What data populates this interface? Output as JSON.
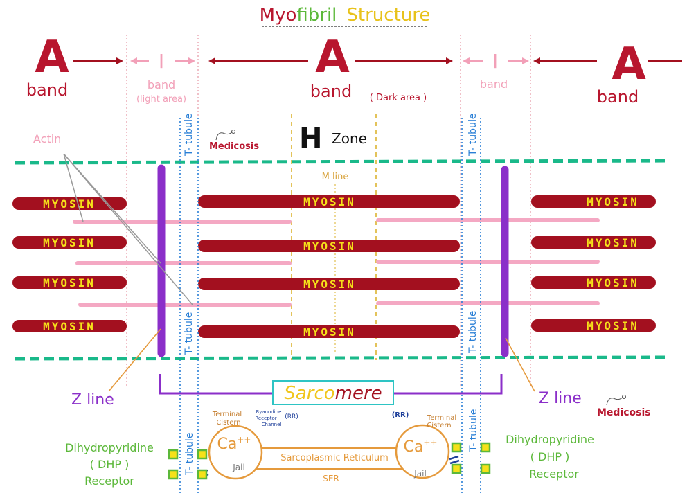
{
  "title": {
    "part1": "Myo",
    "part2": "fibril",
    "part3": "Structure"
  },
  "bands": {
    "a_letter": "A",
    "a_word": "band",
    "a_dark_note": "( Dark area )",
    "i_letter": "I",
    "i_word": "band",
    "i_light_note": "(light area)"
  },
  "h_zone": {
    "letter": "H",
    "word": "Zone"
  },
  "m_line": "M line",
  "actin_label": "Actin",
  "myosin_label": "MYOSIN",
  "t_tubule_label": "T- tubule",
  "z_line_label": "Z line",
  "sarcomere_label": {
    "part1": "Sarco",
    "part2": "mere"
  },
  "brand": "Medicosis",
  "terminal_cistern": {
    "line1": "Terminal",
    "line2": "Cistern"
  },
  "ryanodine": {
    "line1": "Ryanodine",
    "line2": "Receptor",
    "tag": "(RR)",
    "line3": "Channel"
  },
  "rr_tag": "(RR)",
  "calcium": {
    "symbol": "Ca",
    "charge": "++"
  },
  "jail_label": "Jail",
  "reticulum_label": "Sarcoplasmic Reticulum",
  "ser_label": "SER",
  "dhp": {
    "line1": "Dihydropyridine",
    "line2": "( DHP )",
    "line3": "Receptor"
  },
  "colors": {
    "myosin": "#a3101f",
    "myosin_text": "#f5e11a",
    "actin": "#f4a8c3",
    "z_line": "#8b2fc9",
    "border": "#1ab98a",
    "t_tubule": "#2a7fd6",
    "h_zone": "#e3c35a",
    "green_label": "#5cb83a",
    "orange": "#e59a3c"
  }
}
